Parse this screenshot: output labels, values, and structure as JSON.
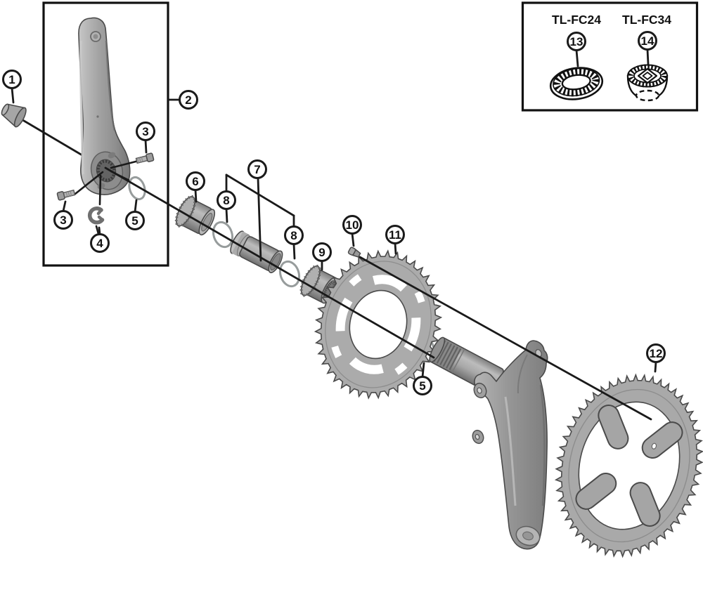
{
  "figure": {
    "callouts": [
      {
        "num": "1"
      },
      {
        "num": "2"
      },
      {
        "num": "3"
      },
      {
        "num": "3"
      },
      {
        "num": "4"
      },
      {
        "num": "5"
      },
      {
        "num": "5"
      },
      {
        "num": "6"
      },
      {
        "num": "7"
      },
      {
        "num": "8"
      },
      {
        "num": "8"
      },
      {
        "num": "9"
      },
      {
        "num": "10"
      },
      {
        "num": "11"
      },
      {
        "num": "12"
      }
    ],
    "toolbox": {
      "tools": [
        {
          "label": "TL-FC24",
          "callout": "13"
        },
        {
          "label": "TL-FC34",
          "callout": "14"
        }
      ]
    }
  }
}
